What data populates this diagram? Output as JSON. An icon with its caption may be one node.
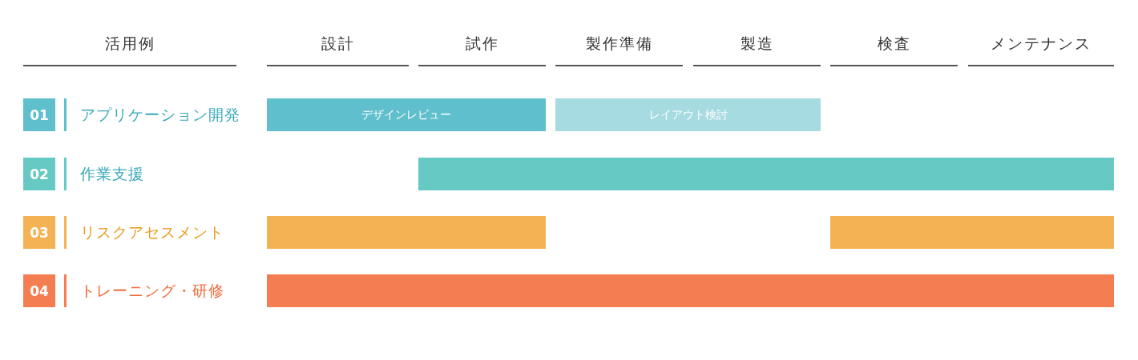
{
  "diagram": {
    "nodes": [
      {
        "text": [
          "01"
        ]
      },
      {
        "text": [
          "デザインレビュー"
        ]
      },
      {
        "text": [
          "レイアウト検討"
        ]
      },
      {
        "text": [
          "02"
        ]
      },
      {
        "text": [],
        "shape": "bar"
      },
      {
        "text": [
          "03"
        ]
      },
      {
        "text": [],
        "shape": "bar"
      },
      {
        "text": [],
        "shape": "bar"
      },
      {
        "text": [
          "04"
        ]
      },
      {
        "text": [],
        "shape": "bar"
      }
    ],
    "labels": [
      "活用例",
      "設計",
      "試作",
      "製作準備",
      "製造",
      "検査",
      "メンテナンス",
      "アプリケーション開発",
      "作業支援",
      "リスクアセスメント",
      "トレーニング・研修"
    ]
  }
}
